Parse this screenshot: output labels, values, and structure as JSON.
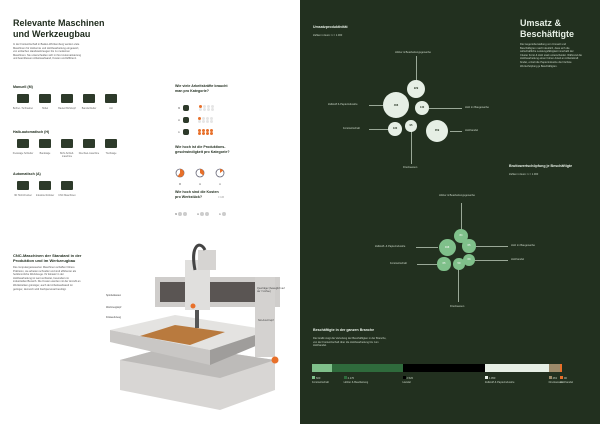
{
  "left": {
    "title": "Relevante Maschinen und Werkzeugbau",
    "intro": "In der Forstwirtschaft in Baden-Württemberg werden viele Maschinen für Holzernte und Holzbearbeitung eingesetzt, von einfachen Handwerkzeugen bis zu modernen Maschinen. Sie unterscheiden sich in ihrer Automatisierung und beeinflussen Arbeitsaufwand, Kosten und Effizienz.",
    "groups": [
      {
        "title": "Manuell (M)",
        "items": [
          "Bohrer / Schrauber",
          "Hobel",
          "Bauteil Bohrkopf",
          "Bandschleifer",
          "Axt"
        ]
      },
      {
        "title": "Halb-automatisch (H)",
        "items": [
          "Kreissäge Schleifer",
          "Bandsäge",
          "Bohr-Schleif-maschine",
          "Drechsel-maschine",
          "Tischsäge"
        ]
      },
      {
        "title": "Automatisch (A)",
        "items": [
          "3D Holz-Drucker",
          "Industrie Roboter",
          "CNC Maschinen"
        ]
      }
    ],
    "q1": {
      "title": "Wie viele Arbeitskräfte braucht man pro Kategorie?",
      "rows": [
        {
          "k": "M",
          "on": 1
        },
        {
          "k": "H",
          "on": 1
        },
        {
          "k": "A",
          "on": 8
        }
      ]
    },
    "q2": {
      "title": "Wie hoch ist die Produktions-geschwindigkeit pro Kategorie?",
      "items": [
        "M",
        "H",
        "A"
      ]
    },
    "q3": {
      "title": "Wie hoch sind die Kosten pro Werkstück?",
      "legend": "= 1 €",
      "items": [
        "M",
        "H",
        "A"
      ]
    },
    "cnc": {
      "title": "CNC-Maschinen der Standard in der Produktion und im Werkzeugbau",
      "text": "Die computergesteuerten Maschinen schaffen höhere Präzision, sie arbeiten schneller und sind effizienter als herkömmliche Werkzeuge. Ihr Einsatz in der Holzbearbeitung ist weit verbreitet, besonders im industriellen Bereich. Die Kosten werden mit der Anzahl an Werkstücken günstiger, auch der Arbeitsaufwand ist geringer, dennoch wird Fachpersonal benötigt.",
      "labels": {
        "spindle": "Spindelkasten",
        "head": "Werkzeugkopf",
        "tool": "Fräswerkzeug",
        "gantry": "Querträger (beweglich auf der Y-Achse)",
        "stop": "Not-Aus-Knopf"
      }
    }
  },
  "right": {
    "title": "Umsatz & Beschäftigte",
    "intro": "Die Gegenüberstellung von Umsatz und Beschäftigten macht deutlich, dass sich die wirtschaftliche Leistungsfähigkeit innerhalb der Cluster Forst & Holz stark unterscheidet. Während die Holzbearbeitung einen hohen Anteil an Arbeitskraft bindet, erzielt die Papierindustrie die höchste Wertschöpfung je Beschäftigten.",
    "chart_data": [
      {
        "type": "bubble",
        "title": "Umsatzproduktivität",
        "subtitle": "Zahlen in Euro: 1 = 1.000",
        "points": [
          {
            "name": "Hölzer & Bearbeitungsgewerbe",
            "value": 229
          },
          {
            "name": "Zellstoff & Papierindustrie",
            "value": 466
          },
          {
            "name": "Holz im Baugewerbe",
            "value": 140
          },
          {
            "name": "Forstwirtschaft",
            "value": 130
          },
          {
            "name": "Druckwesen",
            "value": 95
          },
          {
            "name": "Holzhandel",
            "value": 359
          }
        ]
      },
      {
        "type": "bubble",
        "title": "Bruttowertschöpfung je Beschäftigte",
        "subtitle": "Zahlen in Euro: 1 = 1.000",
        "points": [
          {
            "name": "Hölzer & Bearbeitungsgewerbe",
            "value": 84
          },
          {
            "name": "Zellstoff- & Papierindustrie",
            "value": 108
          },
          {
            "name": "Holz im Baugewerbe",
            "value": 65
          },
          {
            "name": "Forstwirtschaft",
            "value": 65
          },
          {
            "name": "Druckwesen",
            "value": 50
          },
          {
            "name": "Holzhandel",
            "value": 63
          }
        ]
      },
      {
        "type": "bar",
        "title": "Beschäftigte in der ganzen Branche",
        "subtitle": "Die Grafik zeigt die Verteilung der Beschäftigten in der Branche, von der Forstwirtschaft über die Holzbearbeitung bis zum Holzhandel.",
        "series": [
          {
            "name": "Forstwirtschaft",
            "label": "600",
            "value": 600,
            "color": "#7fc08a"
          },
          {
            "name": "Hölzer & Bearbeitung",
            "label": "2.170",
            "value": 2170,
            "color": "#2f6b3c"
          },
          {
            "name": "Handel",
            "label": "2.520",
            "value": 2520,
            "color": "#000000"
          },
          {
            "name": "Zellstoff & Papierindustrie",
            "label": "1.950",
            "value": 1950,
            "color": "#e6efe5"
          },
          {
            "name": "Druckwesen",
            "label": "463",
            "value": 350,
            "color": "#9c8a6a"
          },
          {
            "name": "Holzhandel",
            "label": "90",
            "value": 60,
            "color": "#e8702a"
          }
        ]
      }
    ]
  }
}
